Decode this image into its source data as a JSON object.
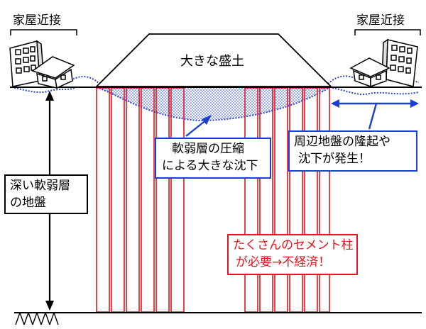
{
  "labels": {
    "house_left": "家屋近接",
    "house_right": "家屋近接",
    "embankment": "大きな盛土"
  },
  "callouts": {
    "deep_soft_layer": {
      "line1": "深い軟弱層",
      "line2": "の地盤"
    },
    "compression": {
      "line1": "軟弱層の圧縮",
      "line2": "による大きな沈下"
    },
    "surrounding": {
      "line1": "周辺地盤の隆起や",
      "line2": "沈下が発生！"
    },
    "cement_columns": {
      "line1": "たくさんのセメント柱",
      "line2": "が必要→不経済！"
    }
  },
  "colors": {
    "ink": "#000000",
    "column": "#e8141c",
    "arrow_blue": "#1a3fd6",
    "settlement_dots": "#2a45d8",
    "callout_blue_border": "#1a3fd6",
    "callout_red_border": "#e8141c",
    "callout_red_text": "#e8141c"
  }
}
